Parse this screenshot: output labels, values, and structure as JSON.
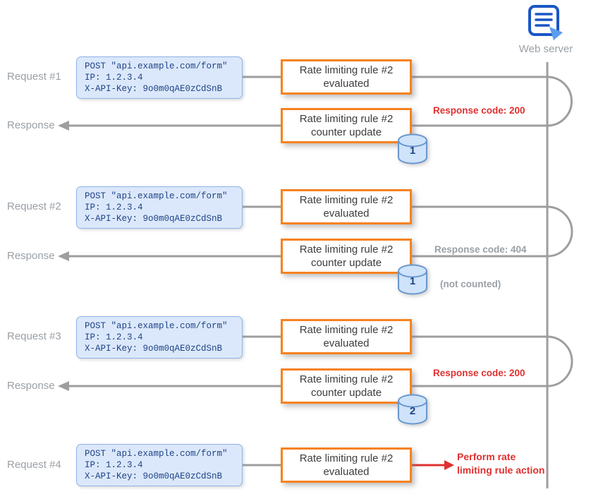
{
  "colors": {
    "line-gray": "#9e9e9e",
    "label-gray": "#9aa0a6",
    "accent-orange": "#f6821f",
    "accent-red": "#e03030",
    "code-bg": "#dbe8fb",
    "code-border": "#8fb3e8",
    "code-text": "#1f4387",
    "db-fill": "#cfe3fa",
    "db-stroke": "#6a97cf"
  },
  "server": {
    "label": "Web server"
  },
  "request_payload": {
    "line1": "POST \"api.example.com/form\"",
    "line2": "IP: 1.2.3.4",
    "line3": "X-API-Key: 9o0m0qAE0zCdSnB"
  },
  "boxes": {
    "evaluated": "Rate limiting rule #2 evaluated",
    "counter_update": "Rate limiting rule #2 counter update"
  },
  "rows": {
    "request1": {
      "label": "Request #1"
    },
    "response1": {
      "label": "Response",
      "counter": "1",
      "note": "Response code: 200"
    },
    "request2": {
      "label": "Request #2"
    },
    "response2": {
      "label": "Response",
      "counter": "1",
      "note": "Response code: 404",
      "note2": "(not counted)"
    },
    "request3": {
      "label": "Request #3"
    },
    "response3": {
      "label": "Response",
      "counter": "2",
      "note": "Response code: 200"
    },
    "request4": {
      "label": "Request #4",
      "action1": "Perform rate",
      "action2": "limiting rule action"
    }
  }
}
